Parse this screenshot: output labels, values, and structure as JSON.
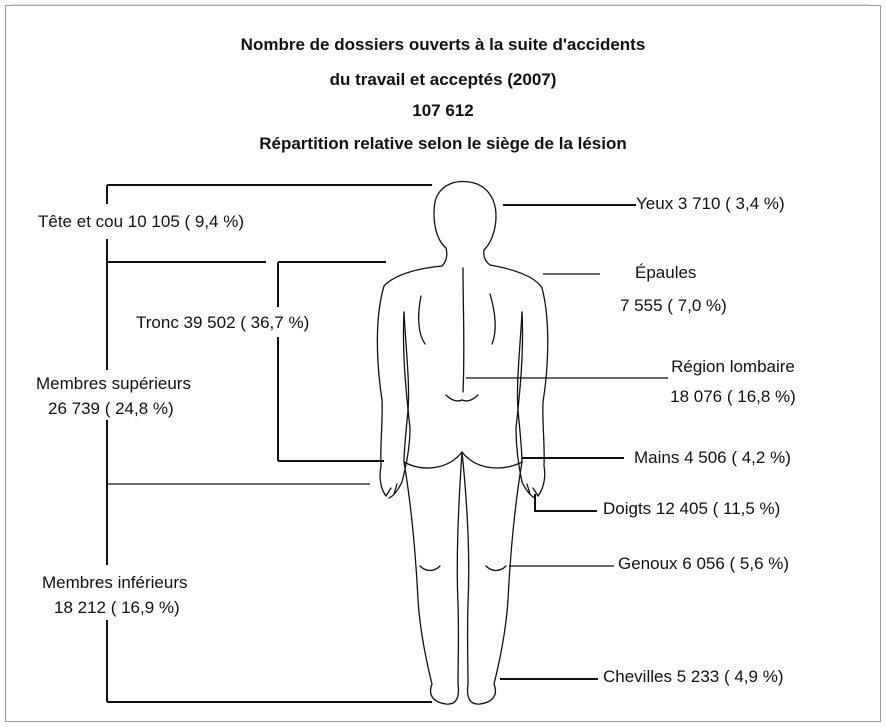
{
  "title": {
    "line1": "Nombre de dossiers ouverts à la suite d'accidents",
    "line2": "du travail et acceptés (2007)",
    "total": "107 612",
    "line4": "Répartition relative selon le siège de la lésion"
  },
  "left_groups": {
    "head_neck": "Tête et cou 10 105 ( 9,4 %)",
    "trunk": "Tronc  39 502 ( 36,7 %)",
    "upper_limbs": {
      "name": "Membres supérieurs",
      "value": "26 739 ( 24,8 %)"
    },
    "lower_limbs": {
      "name": "Membres inférieurs",
      "value": "18 212 ( 16,9 %)"
    }
  },
  "right_parts": {
    "eyes": "Yeux  3 710 ( 3,4 %)",
    "shoulders": {
      "name": "Épaules",
      "value": "7 555 ( 7,0 %)"
    },
    "lumbar": {
      "name": "Région lombaire",
      "value": "18 076 ( 16,8 %)"
    },
    "hands": "Mains  4 506 ( 4,2 %)",
    "fingers": "Doigts  12 405 ( 11,5 %)",
    "knees": "Genoux 6 056 ( 5,6 %)",
    "ankles": "Chevilles  5 233 ( 4,9 %)"
  },
  "colors": {
    "background": "#ffffff",
    "line": "#111111",
    "frame": "#9a9a9a"
  }
}
